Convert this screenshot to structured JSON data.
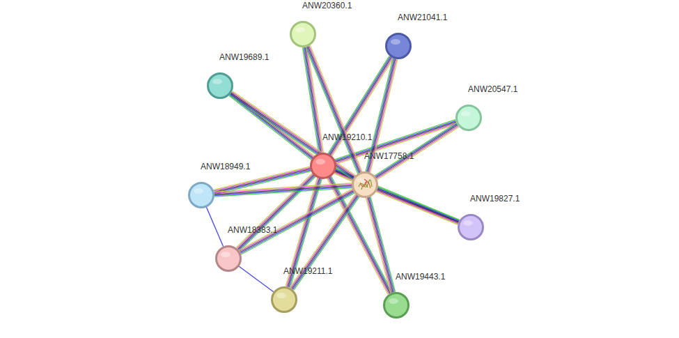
{
  "diagram": {
    "nodes": [
      {
        "text": [
          "ANW20360.1"
        ]
      },
      {
        "text": [
          "ANW21041.1"
        ]
      },
      {
        "text": [
          "ANW19689.1"
        ]
      },
      {
        "text": [
          "ANW20547.1"
        ]
      },
      {
        "text": [
          "ANW19210.1"
        ]
      },
      {
        "text": [
          "ANW17758.1"
        ]
      },
      {
        "text": [
          "ANW18949.1"
        ]
      },
      {
        "text": [
          "ANW19827.1"
        ]
      },
      {
        "text": [
          "ANW18383.1"
        ]
      },
      {
        "text": [
          "ANW19211.1"
        ]
      },
      {
        "text": [
          "ANW19443.1"
        ]
      }
    ],
    "edges": [
      {
        "from": 4,
        "to": 5,
        "arrow": "none"
      },
      {
        "from": 4,
        "to": 0,
        "arrow": "none"
      },
      {
        "from": 4,
        "to": 1,
        "arrow": "none"
      },
      {
        "from": 4,
        "to": 2,
        "arrow": "none"
      },
      {
        "from": 4,
        "to": 3,
        "arrow": "none"
      },
      {
        "from": 4,
        "to": 6,
        "arrow": "none"
      },
      {
        "from": 4,
        "to": 7,
        "arrow": "none"
      },
      {
        "from": 4,
        "to": 8,
        "arrow": "none"
      },
      {
        "from": 4,
        "to": 9,
        "arrow": "none"
      },
      {
        "from": 4,
        "to": 10,
        "arrow": "none"
      },
      {
        "from": 5,
        "to": 0,
        "arrow": "none"
      },
      {
        "from": 5,
        "to": 1,
        "arrow": "none"
      },
      {
        "from": 5,
        "to": 2,
        "arrow": "none"
      },
      {
        "from": 5,
        "to": 3,
        "arrow": "none"
      },
      {
        "from": 5,
        "to": 6,
        "arrow": "none"
      },
      {
        "from": 5,
        "to": 7,
        "arrow": "none"
      },
      {
        "from": 5,
        "to": 8,
        "arrow": "none"
      },
      {
        "from": 5,
        "to": 9,
        "arrow": "none"
      },
      {
        "from": 5,
        "to": 10,
        "arrow": "none"
      },
      {
        "from": 6,
        "to": 8,
        "arrow": "none"
      },
      {
        "from": 8,
        "to": 9,
        "arrow": "none"
      }
    ]
  }
}
